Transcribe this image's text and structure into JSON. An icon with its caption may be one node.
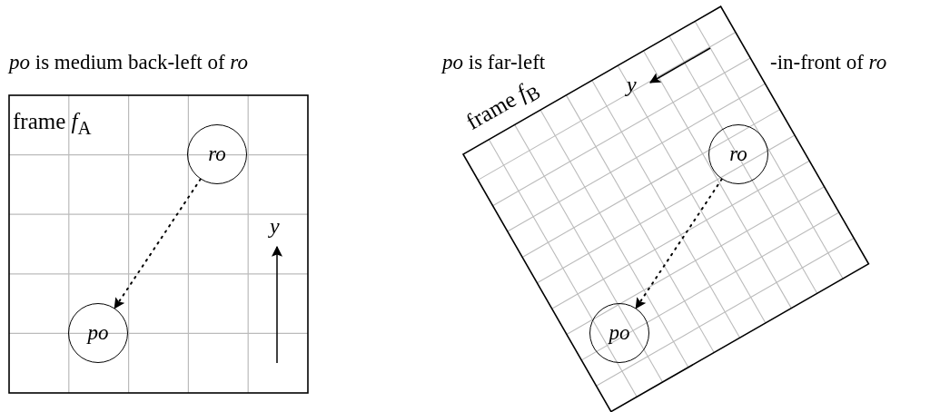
{
  "diagram": {
    "nodes": [
      {
        "text": [
          "*po* is medium back-left of *ro*",
          "frame *f*$_{A}$"
        ]
      },
      {
        "text": [
          "ro"
        ],
        "in": 0
      },
      {
        "text": [
          "po"
        ],
        "in": 0
      },
      {
        "text": [
          "*po* is far-left",
          "-in-front of *ro*",
          "frame *f*$_{B}$"
        ]
      },
      {
        "text": [
          "ro"
        ],
        "in": 3
      },
      {
        "text": [
          "po"
        ],
        "in": 3
      }
    ],
    "edges": [
      {
        "from": 1,
        "to": 2,
        "arrow": "to",
        "style": "dashed"
      },
      {
        "from": 4,
        "to": 5,
        "arrow": "to",
        "style": "dashed"
      }
    ],
    "labels": [
      "y",
      "y"
    ]
  }
}
